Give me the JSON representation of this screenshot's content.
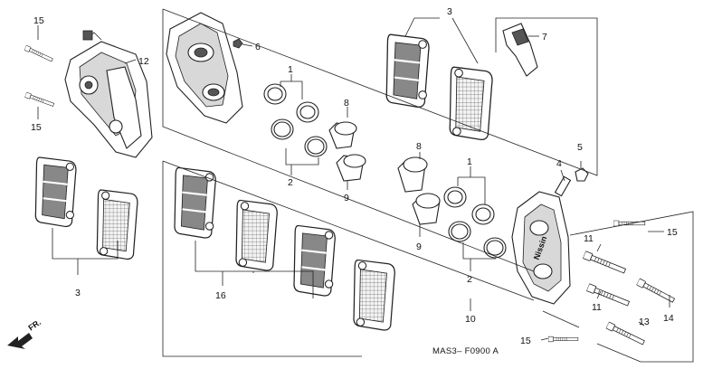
{
  "diagram": {
    "code": "MAS3– F0900 A",
    "direction_label": "FR.",
    "callouts": {
      "c1_top": "1",
      "c1_right": "1",
      "c2_top": "2",
      "c2_right": "2",
      "c3_top": "3",
      "c3_left": "3",
      "c4": "4",
      "c5": "5",
      "c6": "6",
      "c7": "7",
      "c8_top": "8",
      "c8_right": "8",
      "c9_top": "9",
      "c9_right": "9",
      "c10": "10",
      "c11_a": "11",
      "c11_b": "11",
      "c12": "12",
      "c13": "13",
      "c14": "14",
      "c15_a": "15",
      "c15_b": "15",
      "c15_c": "15",
      "c15_d": "15",
      "c16": "16"
    }
  }
}
